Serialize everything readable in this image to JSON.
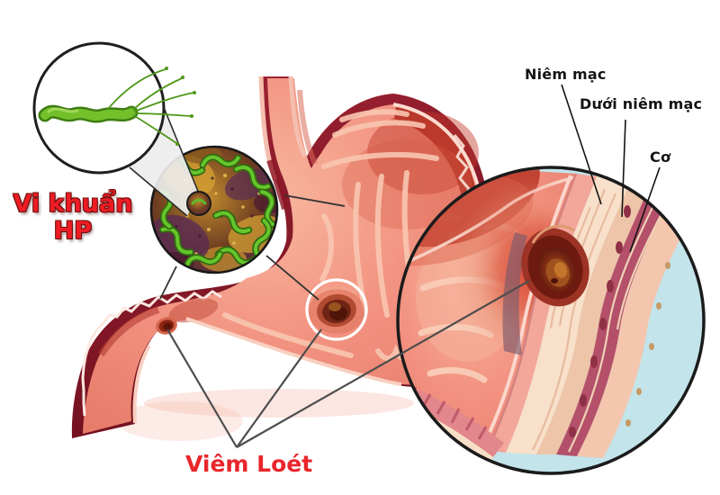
{
  "figure": {
    "background_color": "#ffffff"
  },
  "labels": {
    "hp": {
      "line1": "Vi khuẩn",
      "line2": "HP",
      "color": "#ed1c24"
    },
    "viem_loet": {
      "text": "Viêm Loét",
      "color": "#e8262b"
    },
    "layers": [
      {
        "text": "Niêm mạc"
      },
      {
        "text": "Dưới niêm mạc"
      },
      {
        "text": "Cơ"
      }
    ]
  },
  "palette": {
    "stomach_outer_maroon": "#8c1526",
    "stomach_inner_salmon": "#f29180",
    "bacteria_green": "#66c52c",
    "inset_background_blue": "#c2e4ea",
    "muscle_layer": "#b4506a",
    "submucosa_cream": "#f8e0ca",
    "ulcer_crater_dark": "#4f120a",
    "pointer_line_gray": "#4d4d4d",
    "label_text_black": "#141414"
  }
}
